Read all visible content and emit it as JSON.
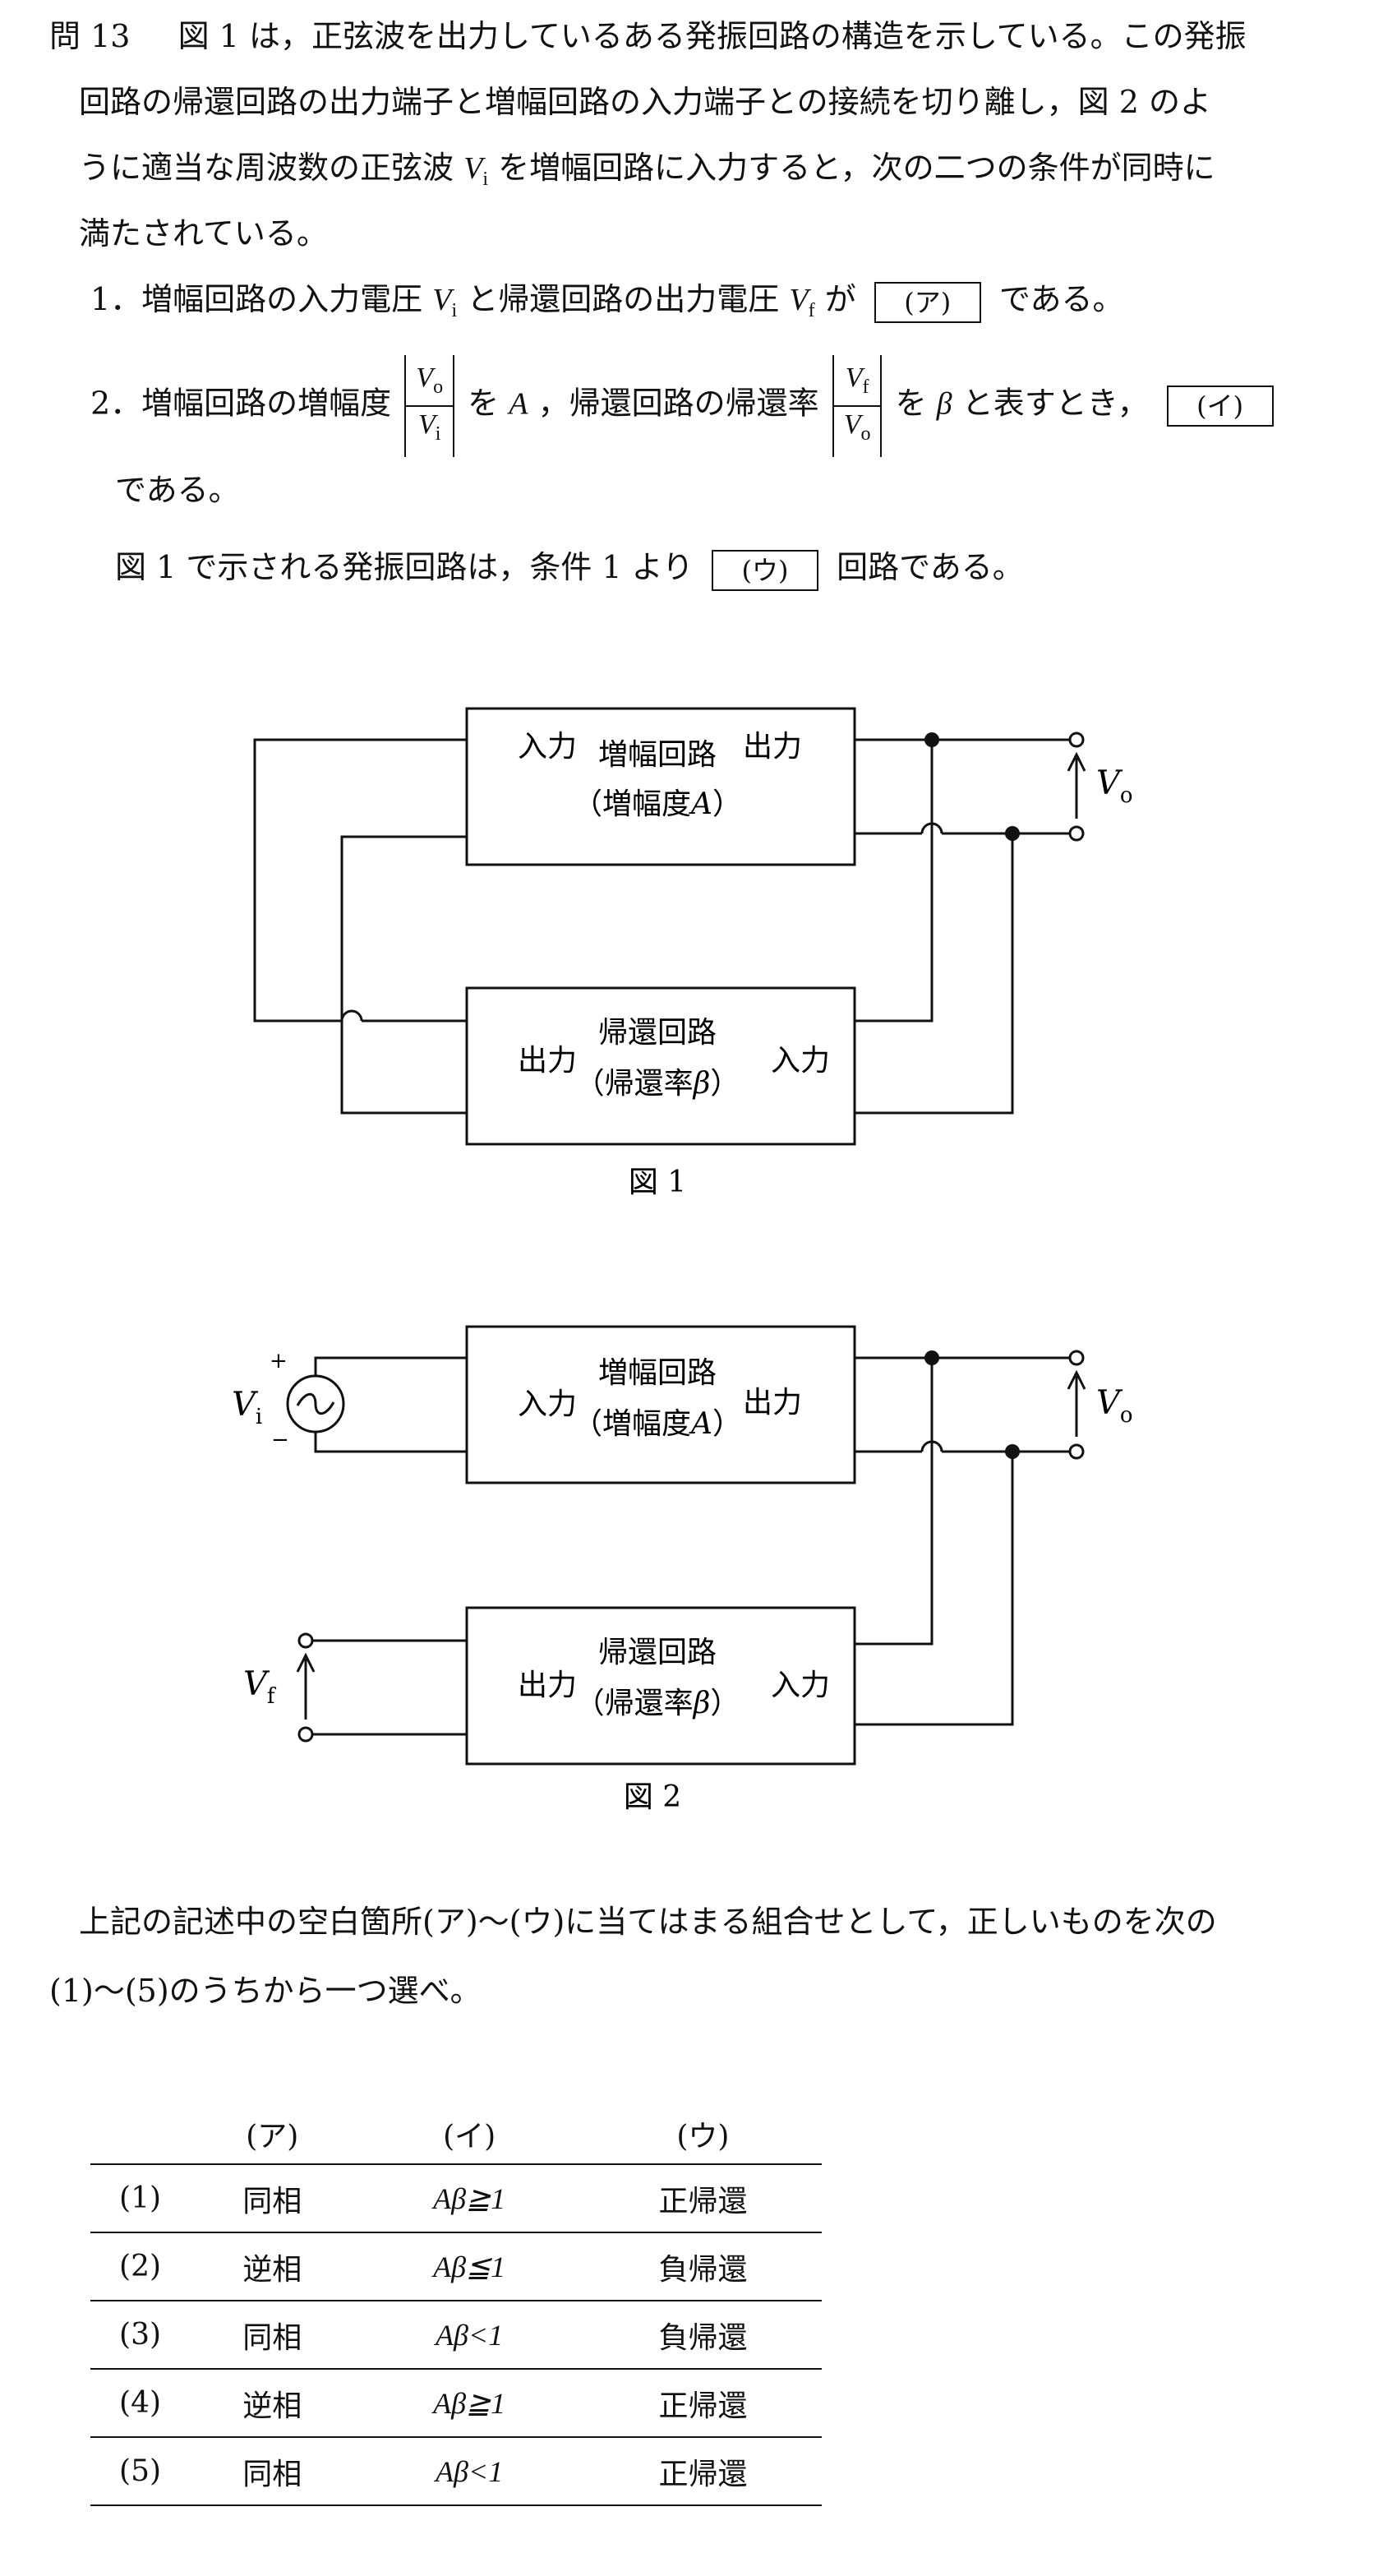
{
  "question": {
    "number": "問 13",
    "intro_1": "図 1 は，正弦波を出力しているある発振回路の構造を示している。この発振",
    "intro_2": "回路の帰還回路の出力端子と増幅回路の入力端子との接続を切り離し，図 2 のよ",
    "intro_3a": "うに適当な周波数の正弦波",
    "intro_3b": "を増幅回路に入力すると，次の二つの条件が同時に",
    "intro_4": "満たされている。",
    "cond1_a": "1．増幅回路の入力電圧",
    "cond1_b": "と帰還回路の出力電圧",
    "cond1_c": "が",
    "cond1_d": "である。",
    "cond2_a": "2．増幅回路の増幅度",
    "cond2_b": "を",
    "cond2_c": "，帰還回路の帰還率",
    "cond2_d": "を",
    "cond2_e": "と表すとき，",
    "cond2_f": "である。",
    "line_c_a": "図 1 で示される発振回路は，条件 1 より",
    "line_c_b": "回路である。",
    "blank_a": "(ア)",
    "blank_i": "(イ)",
    "blank_u": "(ウ)",
    "sym_V": "V",
    "sym_i": "i",
    "sym_f": "f",
    "sym_o": "o",
    "sym_A": "A",
    "sym_beta": "β"
  },
  "figure1": {
    "caption": "図 1",
    "amp_input": "入力",
    "amp_title": "増幅回路",
    "amp_gain": "（増幅度",
    "amp_gain_sym": "A",
    "amp_gain_close": "）",
    "amp_output": "出力",
    "fb_output": "出力",
    "fb_title": "帰還回路",
    "fb_rate": "（帰還率",
    "fb_rate_sym": "β",
    "fb_rate_close": "）",
    "fb_input": "入力",
    "vo_V": "V",
    "vo_sub": "o"
  },
  "figure2": {
    "caption": "図 2",
    "amp_input": "入力",
    "amp_title": "増幅回路",
    "amp_gain": "（増幅度",
    "amp_gain_sym": "A",
    "amp_gain_close": "）",
    "amp_output": "出力",
    "fb_output": "出力",
    "fb_title": "帰還回路",
    "fb_rate": "（帰還率",
    "fb_rate_sym": "β",
    "fb_rate_close": "）",
    "fb_input": "入力",
    "vi_V": "V",
    "vi_sub": "i",
    "plus": "+",
    "minus": "−",
    "vo_V": "V",
    "vo_sub": "o",
    "vf_V": "V",
    "vf_sub": "f"
  },
  "instruction_1": "上記の記述中の空白箇所(ア)〜(ウ)に当てはまる組合せとして，正しいものを次の",
  "instruction_2": "(1)〜(5)のうちから一つ選べ。",
  "table": {
    "headers": [
      "",
      "(ア)",
      "(イ)",
      "(ウ)"
    ],
    "rows": [
      {
        "no": "(1)",
        "a": "同相",
        "i": "Aβ≧1",
        "u": "正帰還"
      },
      {
        "no": "(2)",
        "a": "逆相",
        "i": "Aβ≦1",
        "u": "負帰還"
      },
      {
        "no": "(3)",
        "a": "同相",
        "i": "Aβ<1",
        "u": "負帰還"
      },
      {
        "no": "(4)",
        "a": "逆相",
        "i": "Aβ≧1",
        "u": "正帰還"
      },
      {
        "no": "(5)",
        "a": "同相",
        "i": "Aβ<1",
        "u": "正帰還"
      }
    ]
  }
}
